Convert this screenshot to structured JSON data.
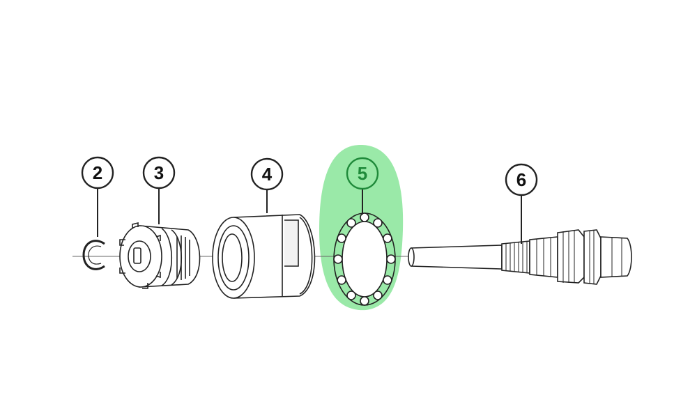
{
  "diagram": {
    "highlight_color": "#9ae9a8",
    "callouts": [
      {
        "id": "2",
        "label": "2",
        "part": "retaining-clip"
      },
      {
        "id": "3",
        "label": "3",
        "part": "driver-assembly"
      },
      {
        "id": "4",
        "label": "4",
        "part": "hub-shell-cup"
      },
      {
        "id": "5",
        "label": "5",
        "part": "bearing-retainer",
        "highlighted": true
      },
      {
        "id": "6",
        "label": "6",
        "part": "axle-assembly"
      }
    ]
  }
}
